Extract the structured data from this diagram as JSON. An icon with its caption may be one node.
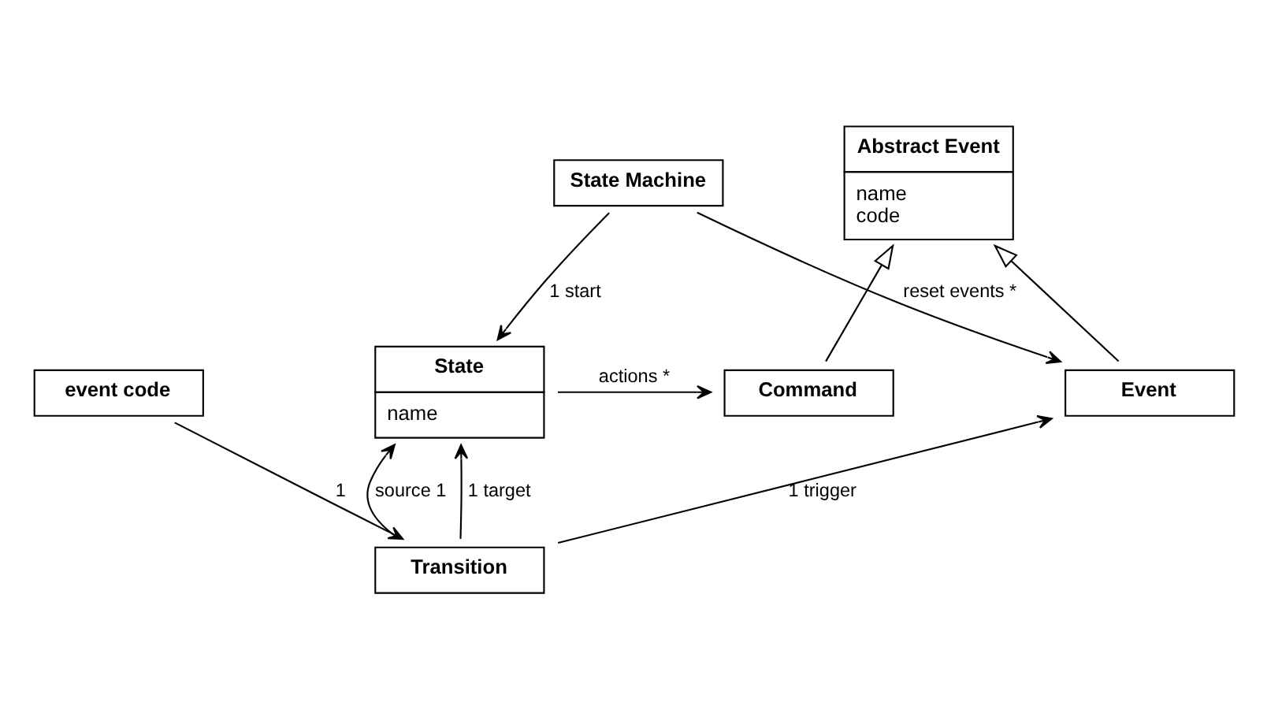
{
  "diagram": {
    "nodes": [
      {
        "text": [
          "State Machine"
        ]
      },
      {
        "text": [
          "Abstract Event",
          "name code"
        ]
      },
      {
        "text": [
          "State",
          "name"
        ]
      },
      {
        "text": [
          "event code"
        ]
      },
      {
        "text": [
          "Command"
        ]
      },
      {
        "text": [
          "Event"
        ]
      },
      {
        "text": [
          "Transition"
        ]
      }
    ],
    "edges": [
      {
        "from": 0,
        "to": 2,
        "arrow": "to",
        "label": "1 start"
      },
      {
        "from": 4,
        "to": 1,
        "arrow": "to"
      },
      {
        "from": 5,
        "to": 1,
        "arrow": "to"
      },
      {
        "from": 2,
        "to": 4,
        "arrow": "to",
        "label": "actions *"
      },
      {
        "from": 0,
        "to": 5,
        "arrow": "to",
        "label": "reset events *"
      },
      {
        "from": 3,
        "to": 6,
        "arrow": "to",
        "label": "1"
      },
      {
        "from": 6,
        "to": 2,
        "arrow": "to",
        "label": "source 1"
      },
      {
        "from": 6,
        "to": 2,
        "arrow": "to",
        "label": "1 target"
      },
      {
        "from": 6,
        "to": 5,
        "arrow": "to",
        "label": "1 trigger"
      }
    ]
  }
}
